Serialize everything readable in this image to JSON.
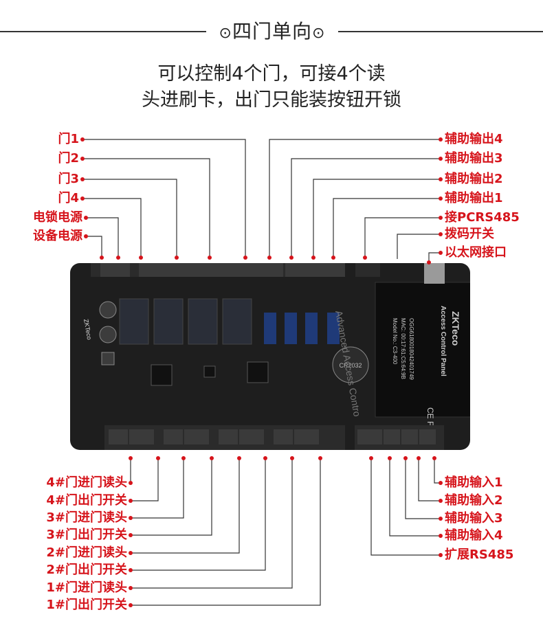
{
  "header": {
    "title": "四门单向"
  },
  "description": {
    "line1": "可以控制4个门，可接4个读",
    "line2": "头进刷卡，出门只能装按钮开锁"
  },
  "labels_left_top": [
    "门1",
    "门2",
    "门3",
    "门4",
    "电锁电源",
    "设备电源"
  ],
  "labels_right_top": [
    "辅助输出4",
    "辅助输出3",
    "辅助输出2",
    "辅助输出1",
    "接PCRS485",
    "拨码开关",
    "以太网接口"
  ],
  "labels_left_bottom": [
    "4#门进门读头",
    "4#门出门开关",
    "3#门进门读头",
    "3#门出门开关",
    "2#门进门读头",
    "2#门出门开关",
    "1#门进门读头",
    "1#门出门开关"
  ],
  "labels_right_bottom": [
    "辅助输入1",
    "辅助输入2",
    "辅助输入3",
    "辅助输入4",
    "扩展RS485"
  ],
  "board": {
    "brand": "ZKTeco",
    "module_title": "Access Control Panel",
    "model": "Model No.: C3-400",
    "mac": "MAC: 00:17:61:C5:64:9B",
    "serial": "OGG6180018042401749",
    "silk": "Advanced Access Contro",
    "battery": "CR2032",
    "ce_mark": "CE FC"
  },
  "colors": {
    "label": "#d6141b",
    "board": "#1e1e1e",
    "relay": "#2a2e38",
    "blue_relay": "#1f3a78"
  }
}
